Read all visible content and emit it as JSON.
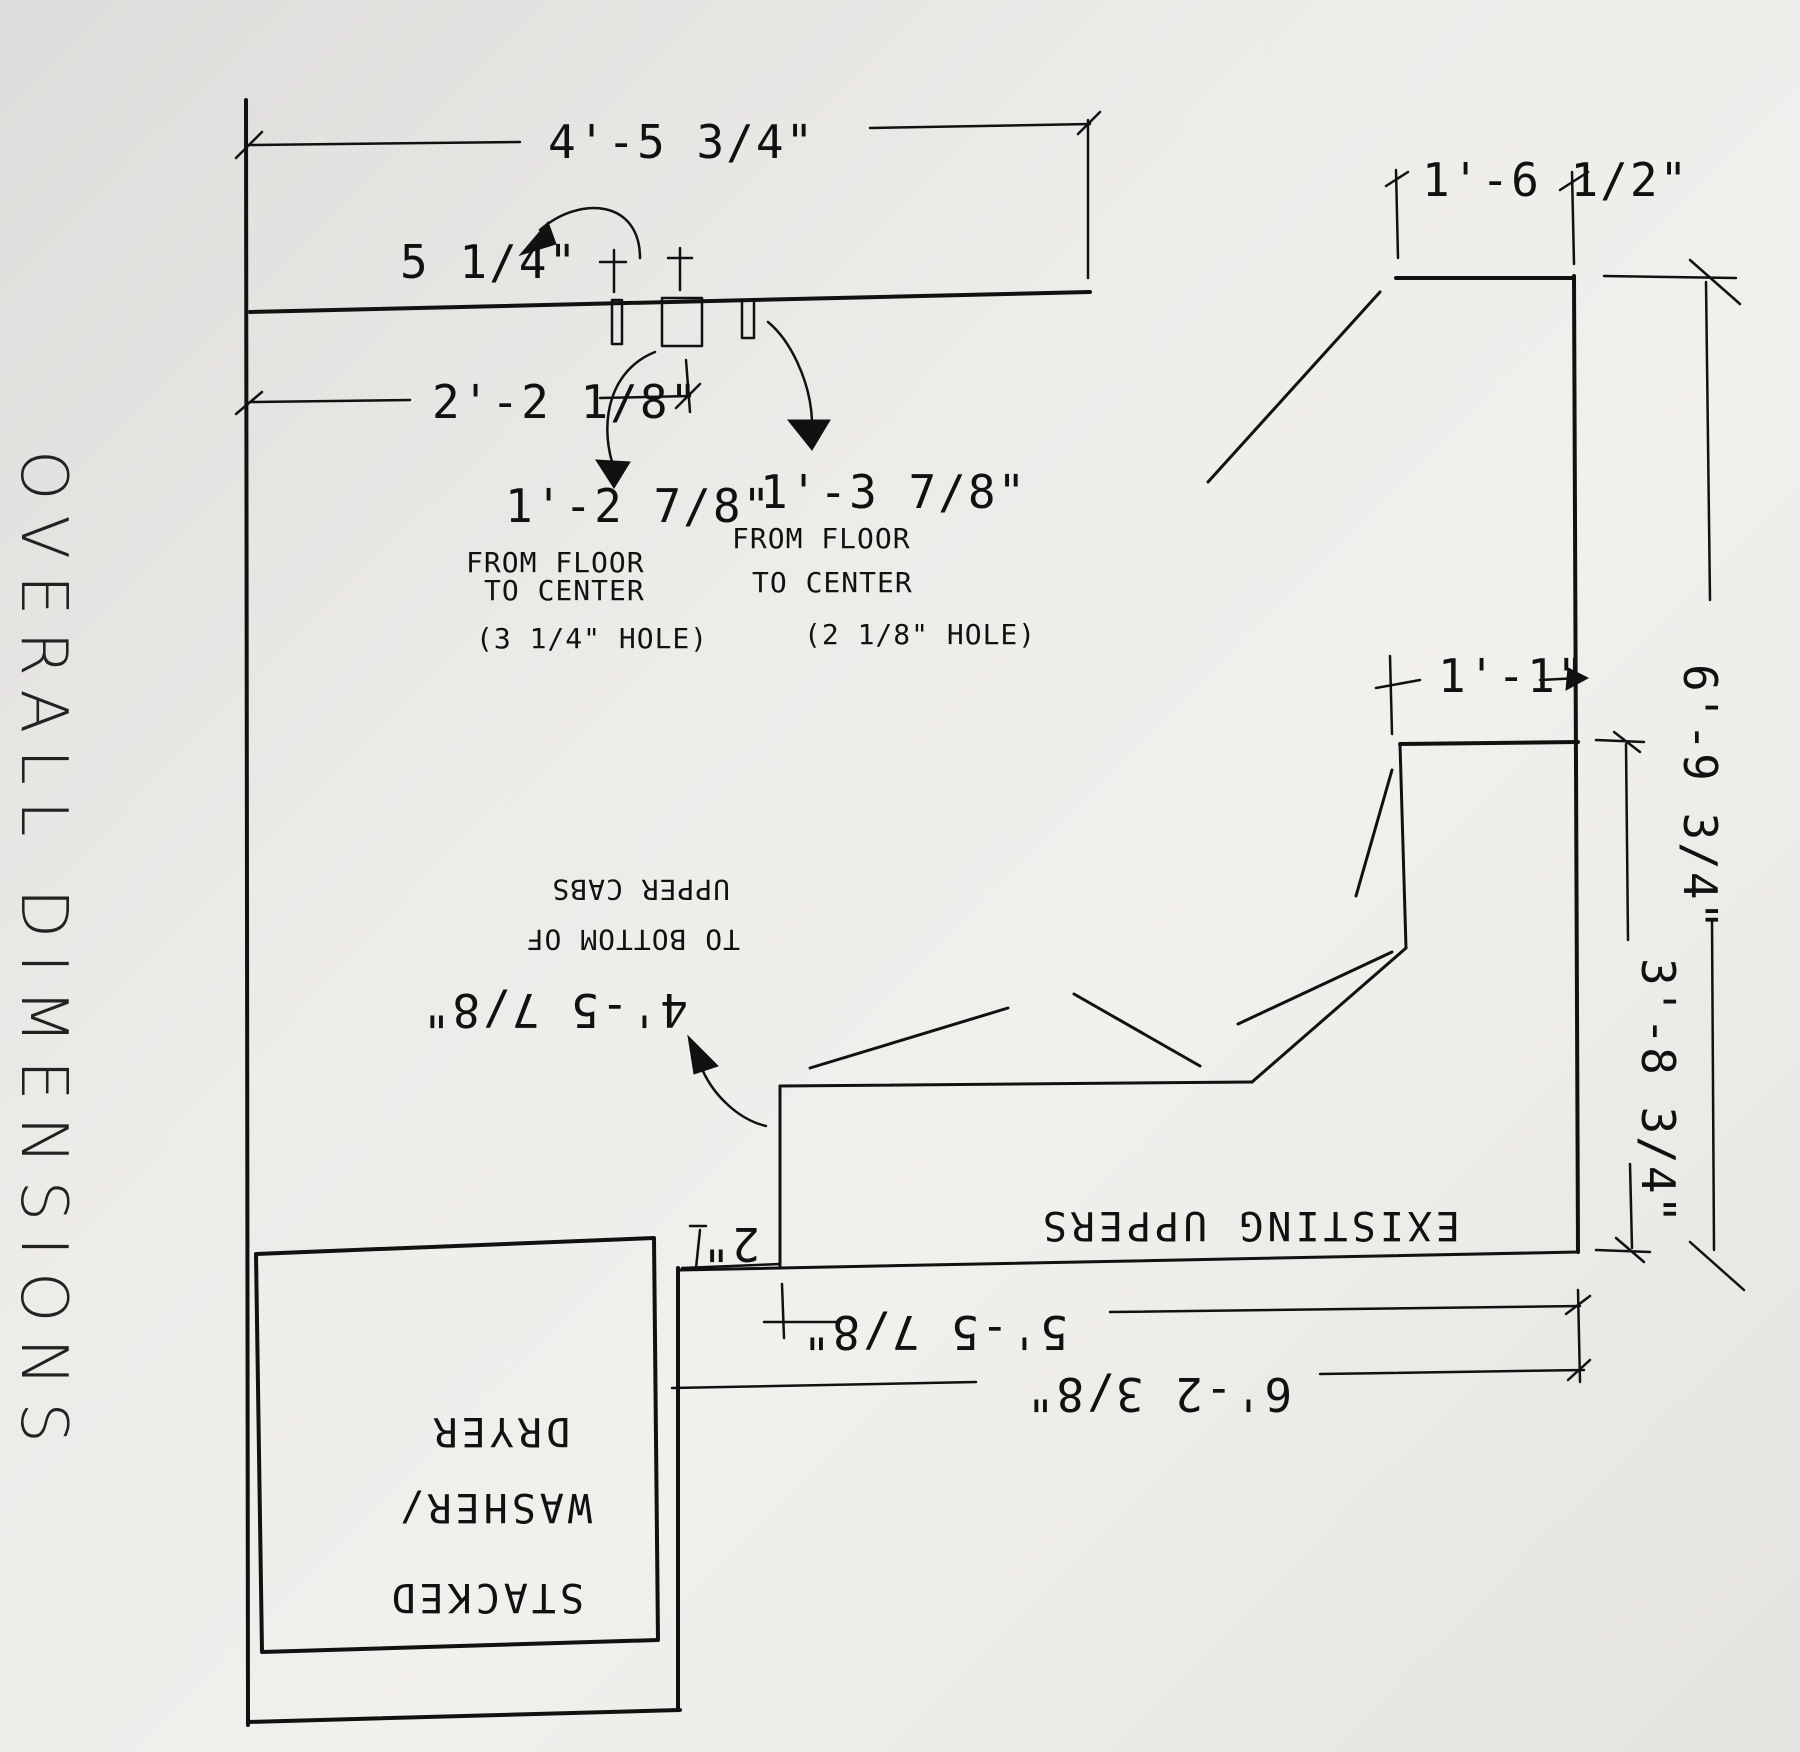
{
  "title": "OVERALL DIMENSIONS",
  "dimensions": {
    "top_width": "4'-5 3/4\"",
    "offset_5_quarter": "5 1/4\"",
    "wall_to_box": "2'-2 1/8\"",
    "right_cab_top": "1'-6 1/2\"",
    "right_cab_mid": "1'-1\"",
    "overall_height": "6'-9 3/4\"",
    "uppers_height": "3'-8 3/4\"",
    "gap_2": "2\"",
    "bottom_run_inner": "5'-5 7/8\"",
    "bottom_run_outer": "6'-2 3/8\"",
    "to_bottom_upper": "4'-5 7/8\""
  },
  "notes": {
    "left_hole_height": "1'-2 7/8\"",
    "left_hole_line1": "FROM FLOOR",
    "left_hole_line2": "TO CENTER",
    "left_hole_size": "(3 1/4\" HOLE)",
    "right_hole_height": "1'-3 7/8\"",
    "right_hole_line1": "FROM FLOOR",
    "right_hole_line2": "TO CENTER",
    "right_hole_size": "(2 1/8\" HOLE)",
    "upper_cabs_line1": "TO BOTTOM OF",
    "upper_cabs_line2": "UPPER CABS",
    "existing_uppers": "EXISTING UPPERS",
    "washer_line1": "STACKED",
    "washer_line2": "WASHER/",
    "washer_line3": "DRYER"
  }
}
